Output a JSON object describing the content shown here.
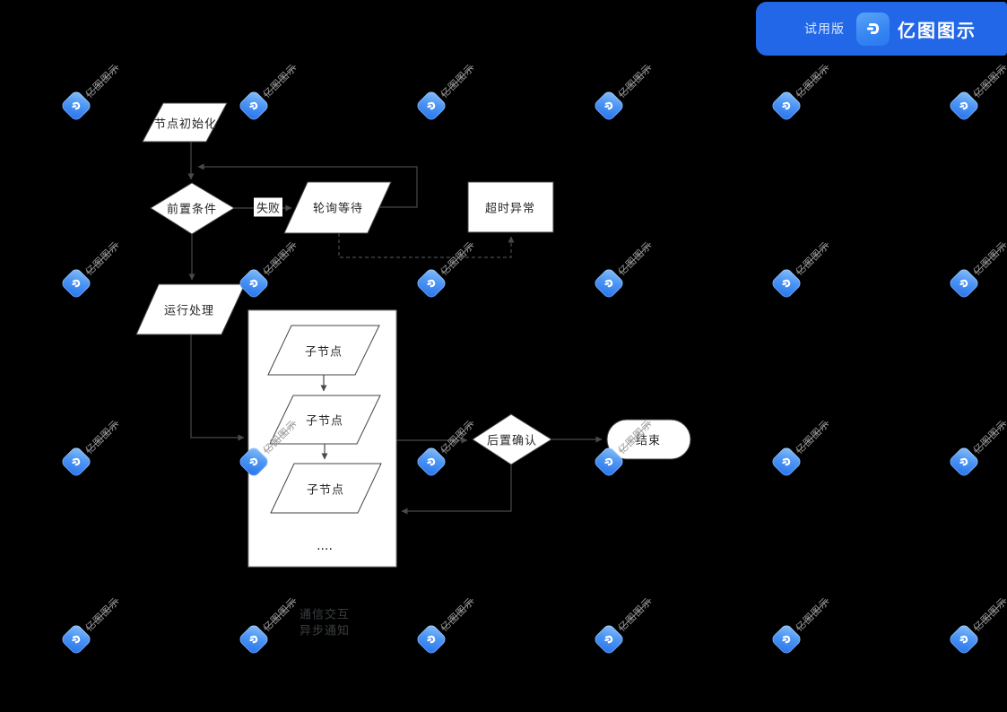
{
  "app_badge": {
    "trial": "试用版",
    "brand": "亿图图示"
  },
  "watermark": {
    "brand": "亿图图示"
  },
  "diagram": {
    "nodes": {
      "init": "节点初始化",
      "precondition": "前置条件",
      "fail": "失败",
      "polling": "轮询等待",
      "timeout": "超时异常",
      "run": "运行处理",
      "child1": "子节点",
      "child2": "子节点",
      "child3": "子节点",
      "more": "....",
      "post_confirm": "后置确认",
      "end": "结束"
    },
    "legend": {
      "line1": "通信交互",
      "line2": "异步通知"
    },
    "colors": {
      "canvas_bg": "#000000",
      "shape_fill": "#ffffff",
      "shape_stroke": "#454545",
      "container_stroke": "#8a8a8a",
      "connector": "#4a4a4a",
      "badge_blue": "#2267e8",
      "watermark_blue": "#3d8af2",
      "watermark_text_gray": "#999999"
    }
  }
}
